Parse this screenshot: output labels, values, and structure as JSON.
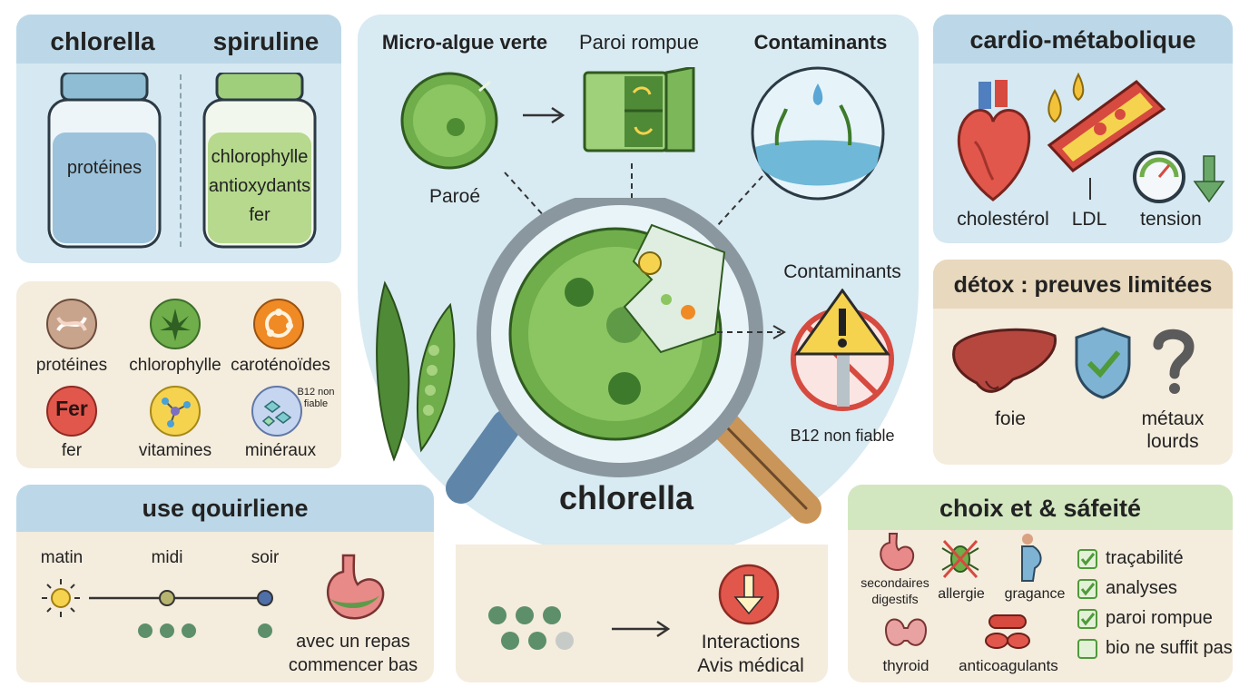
{
  "compare": {
    "left_title": "chlorella",
    "right_title": "spiruline",
    "left_jar_text": "protéines",
    "right_jar_lines": [
      "chlorophylle",
      "antioxydants",
      "fer"
    ]
  },
  "nutrients": {
    "items": [
      {
        "icon": "dna-icon",
        "label": "protéines"
      },
      {
        "icon": "leaf-icon",
        "label": "chlorophylle"
      },
      {
        "icon": "carotenoid-icon",
        "label": "caroténoïdes"
      },
      {
        "icon": "iron-icon",
        "badge": "Fer",
        "label": "fer"
      },
      {
        "icon": "molecule-icon",
        "label": "vitamines"
      },
      {
        "icon": "crystal-icon",
        "label": "minéraux",
        "note": "B12 non fiable"
      }
    ]
  },
  "usage": {
    "title": "use qouirliene",
    "times": [
      "matin",
      "midi",
      "soir"
    ],
    "food_lines": [
      "avec un repas",
      "commencer bas"
    ]
  },
  "center": {
    "title": "chlorella",
    "step1": "Micro-algue verte",
    "step2": "Paroi rompue",
    "step3": "Contaminants",
    "wall_label": "Paroé",
    "warning_title": "Contaminants",
    "warning_note": "B12 non fiable"
  },
  "interactions": {
    "lines": [
      "Interactions",
      "Avis médical"
    ]
  },
  "cardio": {
    "title": "cardio-métabolique",
    "labels": [
      "cholestérol",
      "LDL",
      "tension"
    ]
  },
  "detox": {
    "title": "détox : preuves limitées",
    "labels": [
      "foie",
      "métaux",
      "lourds"
    ]
  },
  "safety": {
    "title": "choix et & sáfeité",
    "side_effects": [
      "secondaires",
      "digestifs",
      "allergie",
      "gragance",
      "thyroid",
      "anticoagulants"
    ],
    "checklist": [
      {
        "label": "traçabilité",
        "checked": true
      },
      {
        "label": "analyses",
        "checked": true
      },
      {
        "label": "paroi rompue",
        "checked": true
      },
      {
        "label": "bio ne suffit pas",
        "checked": false
      }
    ]
  },
  "colors": {
    "blue_panel": "#d6e8f1",
    "beige_panel": "#f4ecdd",
    "green_header": "#d2e7c0",
    "cell_green": "#6fae4a",
    "alert_red": "#e2574c",
    "check_green": "#4f9a3a"
  }
}
